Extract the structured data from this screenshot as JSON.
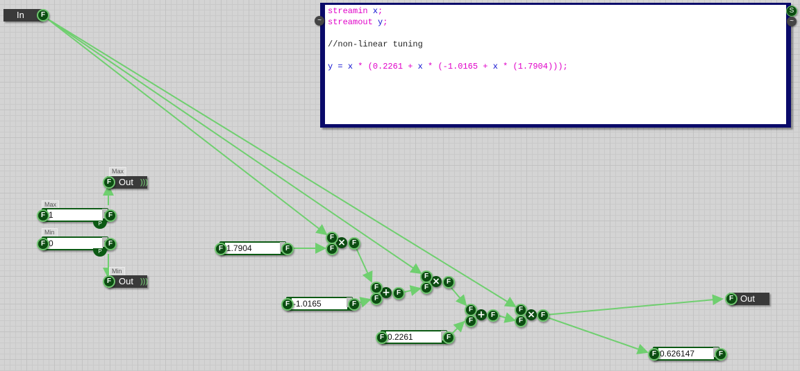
{
  "input_node": {
    "label": "In",
    "pin": "F"
  },
  "code_editor": {
    "lines": [
      {
        "parts": [
          {
            "t": "streamin ",
            "c": "kw"
          },
          {
            "t": "x",
            "c": "var"
          },
          {
            "t": ";",
            "c": "kw"
          }
        ]
      },
      {
        "parts": [
          {
            "t": "streamout ",
            "c": "kw"
          },
          {
            "t": "y",
            "c": "var"
          },
          {
            "t": ";",
            "c": "kw"
          }
        ]
      },
      {
        "parts": [
          {
            "t": " ",
            "c": "cm"
          }
        ]
      },
      {
        "parts": [
          {
            "t": "//non-linear tuning",
            "c": "cm"
          }
        ]
      },
      {
        "parts": [
          {
            "t": " ",
            "c": "cm"
          }
        ]
      },
      {
        "parts": [
          {
            "t": "y",
            "c": "var"
          },
          {
            "t": " = ",
            "c": "var"
          },
          {
            "t": "x",
            "c": "var"
          },
          {
            "t": " * (",
            "c": "kw"
          },
          {
            "t": "0.2261",
            "c": "num"
          },
          {
            "t": " + ",
            "c": "kw"
          },
          {
            "t": "x",
            "c": "var"
          },
          {
            "t": " * (",
            "c": "kw"
          },
          {
            "t": "-1.0165",
            "c": "num"
          },
          {
            "t": " + ",
            "c": "kw"
          },
          {
            "t": "x",
            "c": "var"
          },
          {
            "t": " * (",
            "c": "kw"
          },
          {
            "t": "1.7904",
            "c": "num"
          },
          {
            "t": ")));",
            "c": "kw"
          }
        ]
      }
    ],
    "stream_pin": "S",
    "wave_pin": "~"
  },
  "max_out": {
    "tag": "Max",
    "label": "Out",
    "pin": "F"
  },
  "max_box": {
    "tag": "Max",
    "value": "1",
    "p": "P",
    "pin": "F"
  },
  "min_box": {
    "tag": "Min",
    "value": "0",
    "p": "P",
    "pin": "F"
  },
  "min_out": {
    "tag": "Min",
    "label": "Out",
    "pin": "F"
  },
  "const_a": {
    "value": "1.7904",
    "pin": "F"
  },
  "const_b": {
    "value": "-1.0165",
    "pin": "F"
  },
  "const_c": {
    "value": "0.2261",
    "pin": "F"
  },
  "result_box": {
    "value": "0.626147",
    "pin": "F"
  },
  "output_node": {
    "label": "Out",
    "pin": "F"
  },
  "ops": {
    "mult": "×",
    "add": "+"
  },
  "colors": {
    "wire": "#6fcf6f",
    "node_green": "#0c4d12",
    "editor_border": "#0a0a6a",
    "keyword": "#e000c8",
    "variable": "#1010d0"
  }
}
